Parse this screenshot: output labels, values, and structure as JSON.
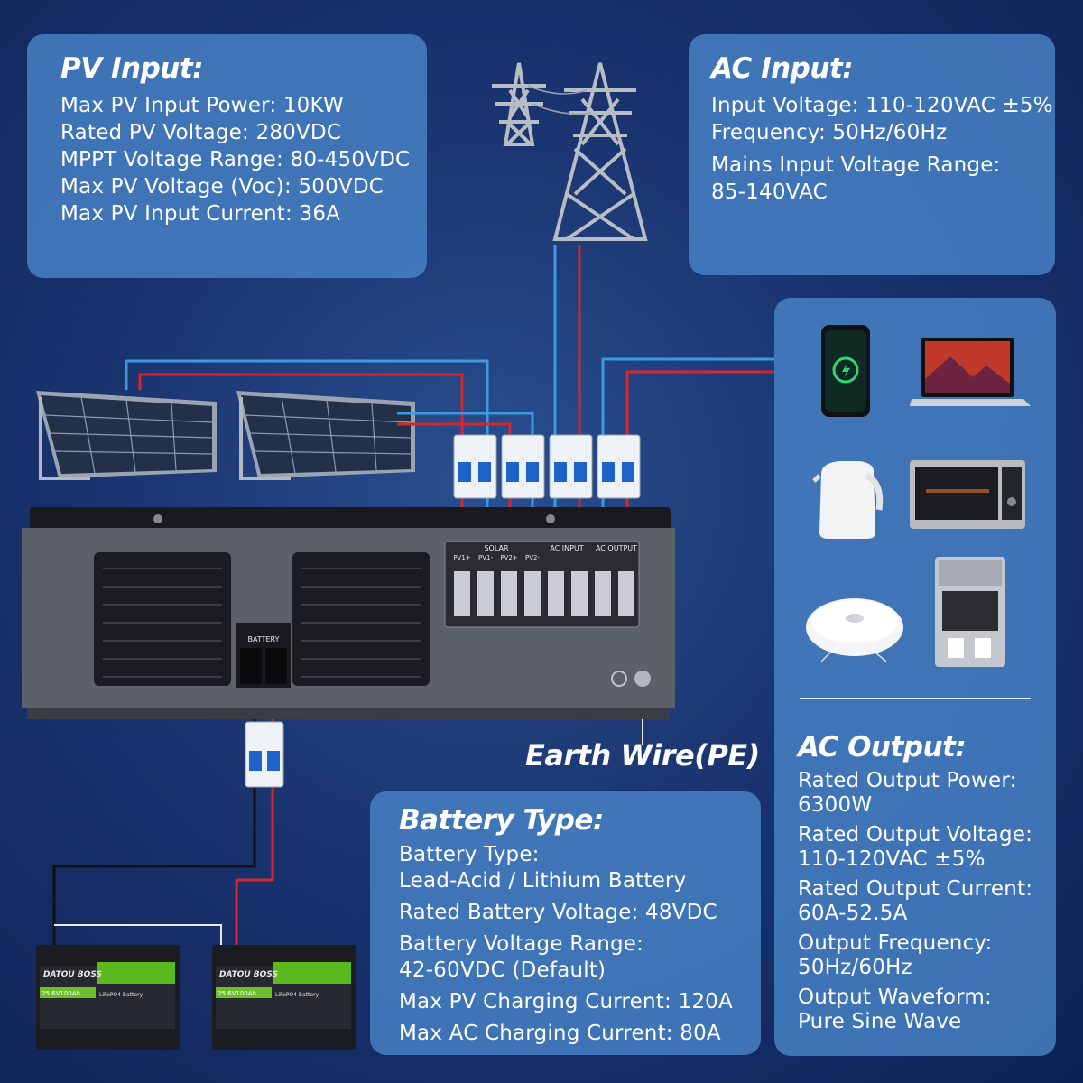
{
  "pv_input": {
    "title": "PV Input:",
    "lines": [
      "Max PV Input Power: 10KW",
      "Rated PV Voltage: 280VDC",
      "MPPT Voltage Range: 80-450VDC",
      "Max PV Voltage (Voc): 500VDC",
      "Max PV Input Current: 36A"
    ]
  },
  "ac_input": {
    "title": "AC Input:",
    "line1": "Input Voltage: 110-120VAC ±5%",
    "line2": "Frequency: 50Hz/60Hz",
    "line3a": "Mains Input Voltage Range:",
    "line3b": "85-140VAC"
  },
  "ac_output": {
    "title": "AC Output:",
    "groups": [
      [
        "Rated Output Power:",
        "6300W"
      ],
      [
        "Rated Output Voltage:",
        "110-120VAC ±5%"
      ],
      [
        "Rated Output Current:",
        "60A-52.5A"
      ],
      [
        "Output Frequency:",
        "50Hz/60Hz"
      ],
      [
        "Output Waveform:",
        "Pure Sine Wave"
      ]
    ]
  },
  "battery_type": {
    "title": "Battery Type:",
    "groups": [
      [
        "Battery Type:",
        "Lead-Acid / Lithium Battery"
      ],
      [
        "Rated Battery Voltage: 48VDC"
      ],
      [
        "Battery Voltage Range:",
        "42-60VDC (Default)"
      ],
      [
        "Max PV Charging Current: 120A"
      ],
      [
        "Max AC Charging Current: 80A"
      ]
    ]
  },
  "earth_wire": "Earth Wire(PE)",
  "inverter_labels": {
    "battery": "BATTERY",
    "solar": "SOLAR",
    "ac_input": "AC INPUT",
    "ac_output": "AC OUTPUT",
    "terminals": [
      "PV1+",
      "PV1-",
      "PV2+",
      "PV2-"
    ]
  },
  "battery_units": {
    "brand": "DATOU BOSS",
    "model": "25.6V100Ah",
    "type": "LiFePO4 Battery"
  },
  "devices": [
    "smartphone-icon",
    "laptop-icon",
    "kettle-icon",
    "toaster-oven-icon",
    "robot-vacuum-icon",
    "coffee-machine-icon"
  ],
  "colors": {
    "wire_red": "#d8262b",
    "wire_blue": "#3c9ae0",
    "panel": "#4a88cc",
    "background": "#1a3470"
  }
}
